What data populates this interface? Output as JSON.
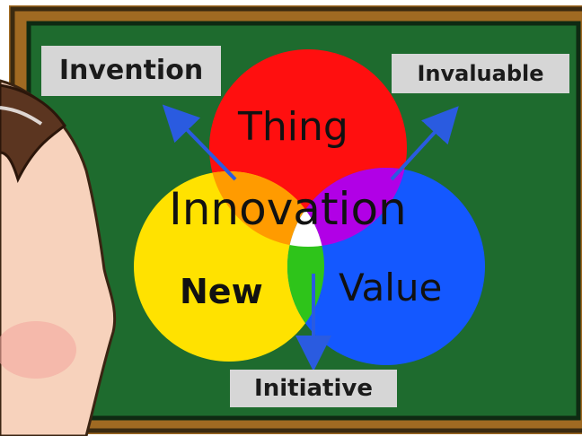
{
  "diagram": {
    "circles": [
      {
        "name": "thing",
        "label": "Thing",
        "color": "#ff0f0f"
      },
      {
        "name": "new",
        "label": "New",
        "color": "#ffe200"
      },
      {
        "name": "value",
        "label": "Value",
        "color": "#1458ff"
      }
    ],
    "overlaps": {
      "thing_new": "#ff9b00",
      "thing_value": "#b100e6",
      "new_value": "#2ec41a",
      "center": "#ffffff"
    },
    "center_label": "Innovation",
    "outcomes": {
      "thing_new": "Invention",
      "thing_value": "Invaluable",
      "new_value": "Initiative"
    },
    "arrow_color": "#2a5be0"
  },
  "board": {
    "frame_color": "#a06a22",
    "chalkboard_color": "#1e6b2e"
  }
}
